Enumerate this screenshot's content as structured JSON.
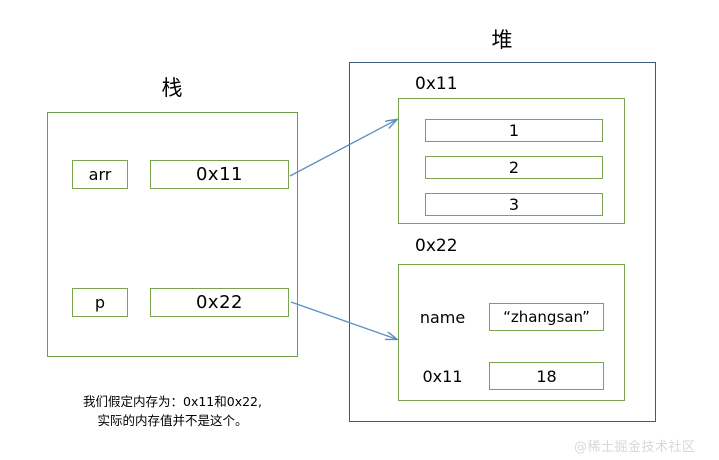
{
  "diagram": {
    "stack": {
      "title": "栈",
      "rows": [
        {
          "name": "arr",
          "value": "0x11"
        },
        {
          "name": "p",
          "value": "0x22"
        }
      ]
    },
    "heap": {
      "title": "堆",
      "blocks": [
        {
          "label": "0x11",
          "kind": "array",
          "elements": [
            "1",
            "2",
            "3"
          ]
        },
        {
          "label": "0x22",
          "kind": "struct",
          "fields": [
            {
              "key": "name",
              "value": "“zhangsan”"
            },
            {
              "key": "0x11",
              "value": "18"
            }
          ]
        }
      ]
    },
    "caption": {
      "line1": "我们假定内存为：0x11和0x22,",
      "line2": "实际的内存值并不是这个。"
    },
    "watermark": "@稀土掘金技术社区",
    "colors": {
      "green_border": "#7aa44f",
      "navy_border": "#3f5a78",
      "arrow": "#5b8fc0",
      "text": "#000000",
      "background": "#ffffff",
      "watermark": "#d8d8d8"
    }
  }
}
